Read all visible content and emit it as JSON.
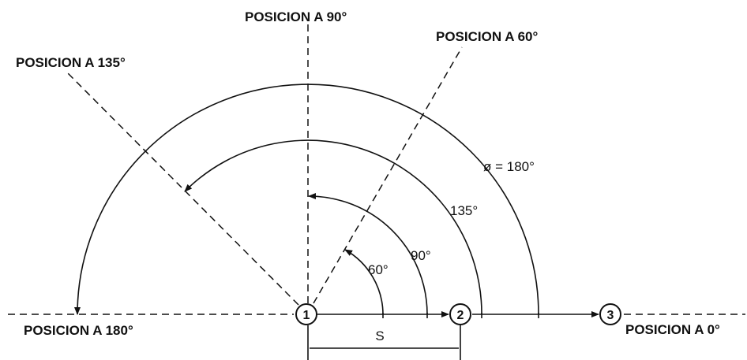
{
  "labels": {
    "pos_90": "POSICION A 90°",
    "pos_60": "POSICION A 60°",
    "pos_135": "POSICION A 135°",
    "pos_180": "POSICION A 180°",
    "pos_0": "POSICION A 0°"
  },
  "angles": {
    "a180": "ø = 180°",
    "a135": "135°",
    "a90": "90°",
    "a60": "60°"
  },
  "nodes": {
    "n1": "1",
    "n2": "2",
    "n3": "3"
  },
  "dimension": {
    "s": "S"
  }
}
